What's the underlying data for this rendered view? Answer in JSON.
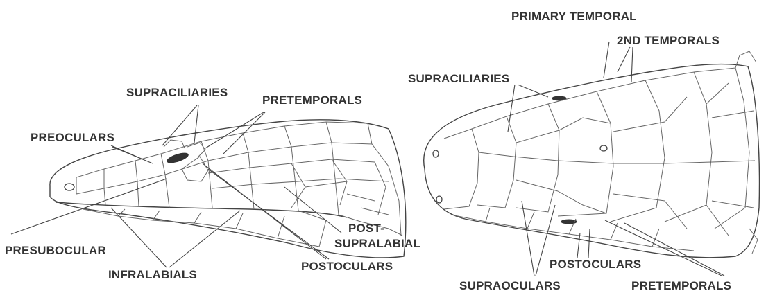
{
  "labels": {
    "side_view": {
      "supraciliaries": "SUPRACILIARIES",
      "pretemporals": "PRETEMPORALS",
      "preoculars": "PREOCULARS",
      "presubocular": "PRESUBOCULAR",
      "infralabials": "INFRALABIALS",
      "postoculars": "POSTOCULARS",
      "post_supralabial_line1": "POST-",
      "post_supralabial_line2": "SUPRALABIAL"
    },
    "top_view": {
      "primary_temporal": "PRIMARY TEMPORAL",
      "second_temporals": "2ND TEMPORALS",
      "supraciliaries": "SUPRACILIARIES",
      "postoculars": "POSTOCULARS",
      "supraoculars": "SUPRAOCULARS",
      "pretemporals": "PRETEMPORALS"
    }
  }
}
